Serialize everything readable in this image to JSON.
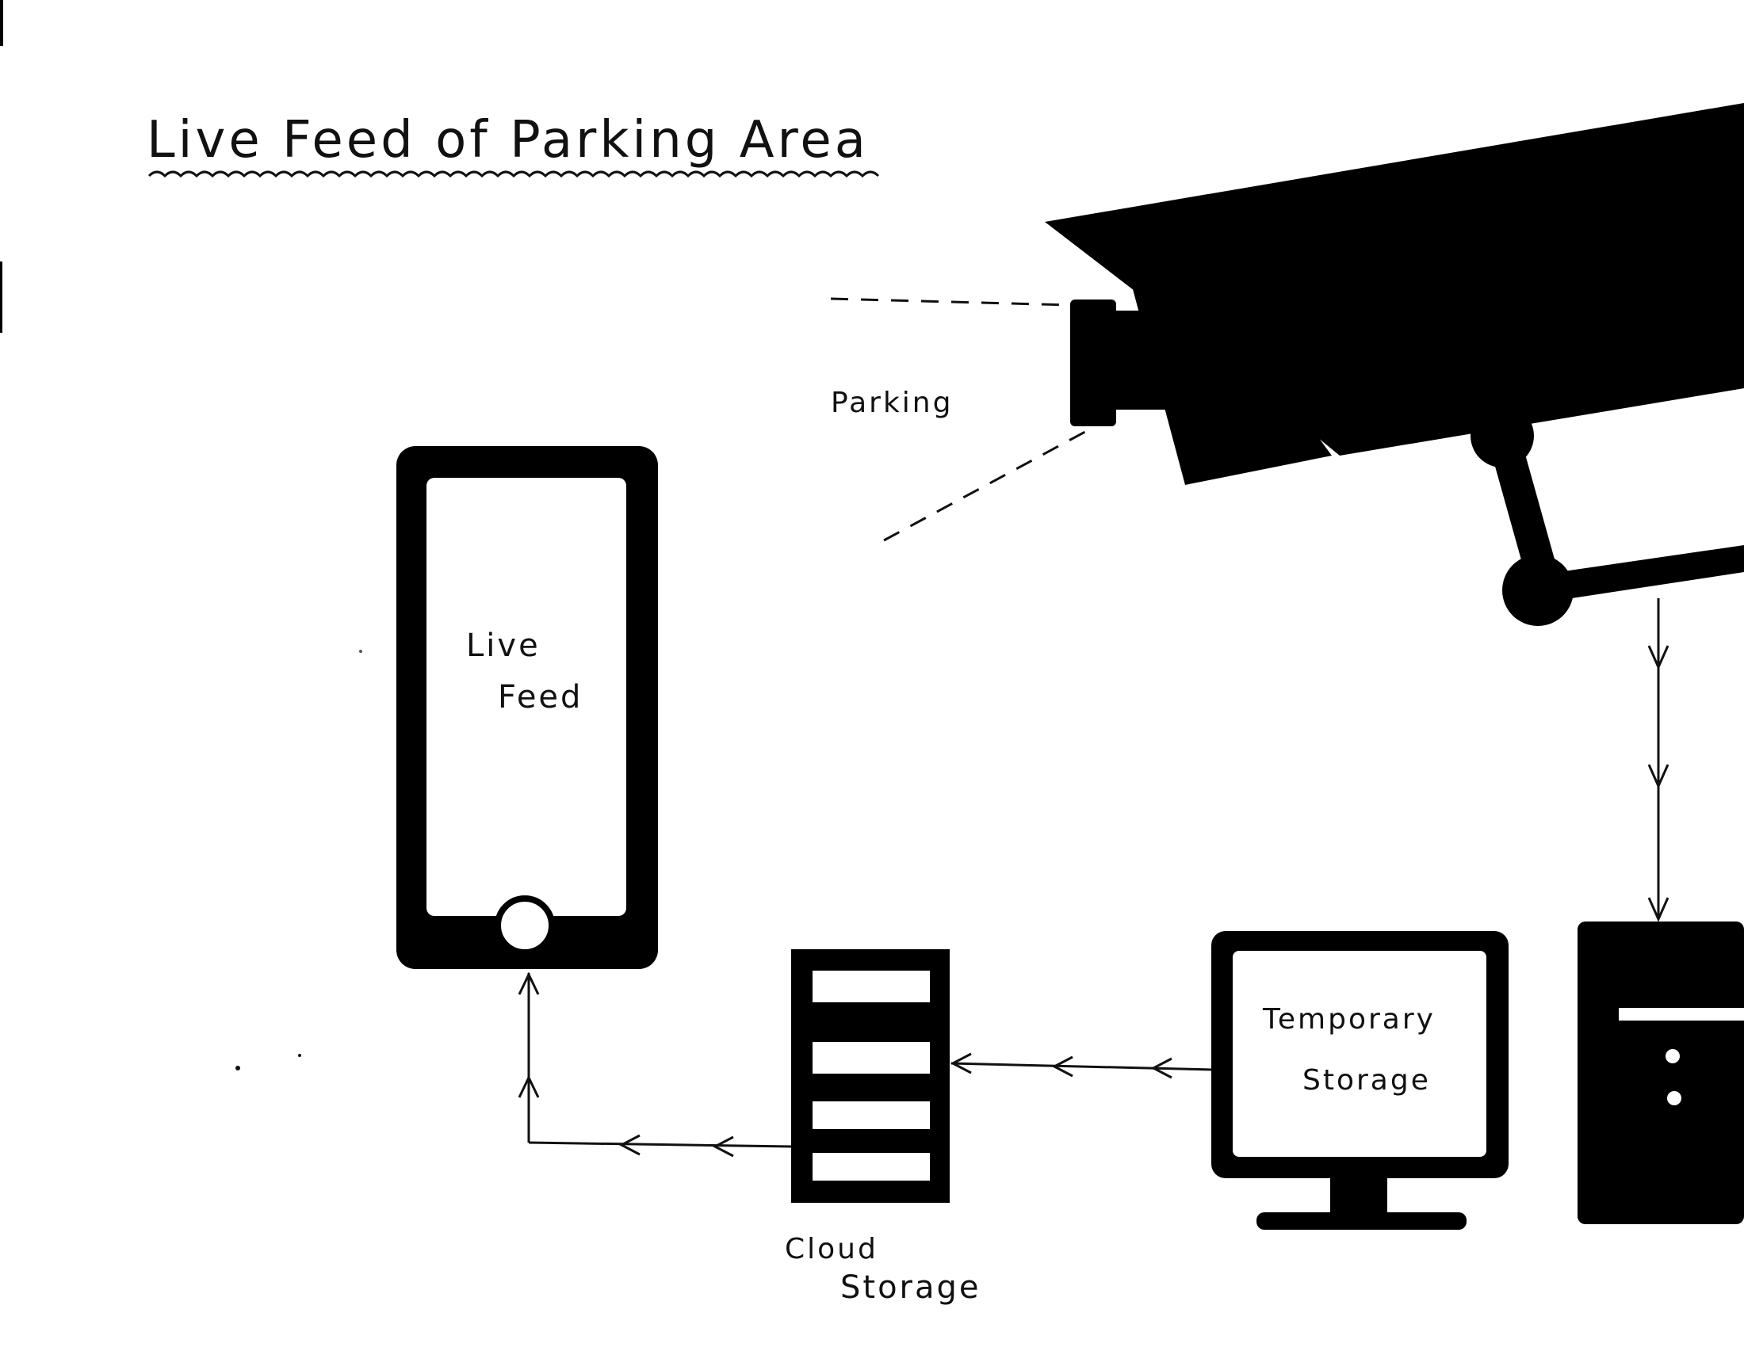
{
  "title": "Live Feed of Parking Area",
  "labels": {
    "parking": "Parking",
    "phone_line1": "Live",
    "phone_line2": "Feed",
    "temp_line1": "Temporary",
    "temp_line2": "Storage",
    "cloud_line1": "Cloud",
    "cloud_line2": "Storage"
  },
  "colors": {
    "ink": "#000000",
    "paper": "#ffffff"
  }
}
